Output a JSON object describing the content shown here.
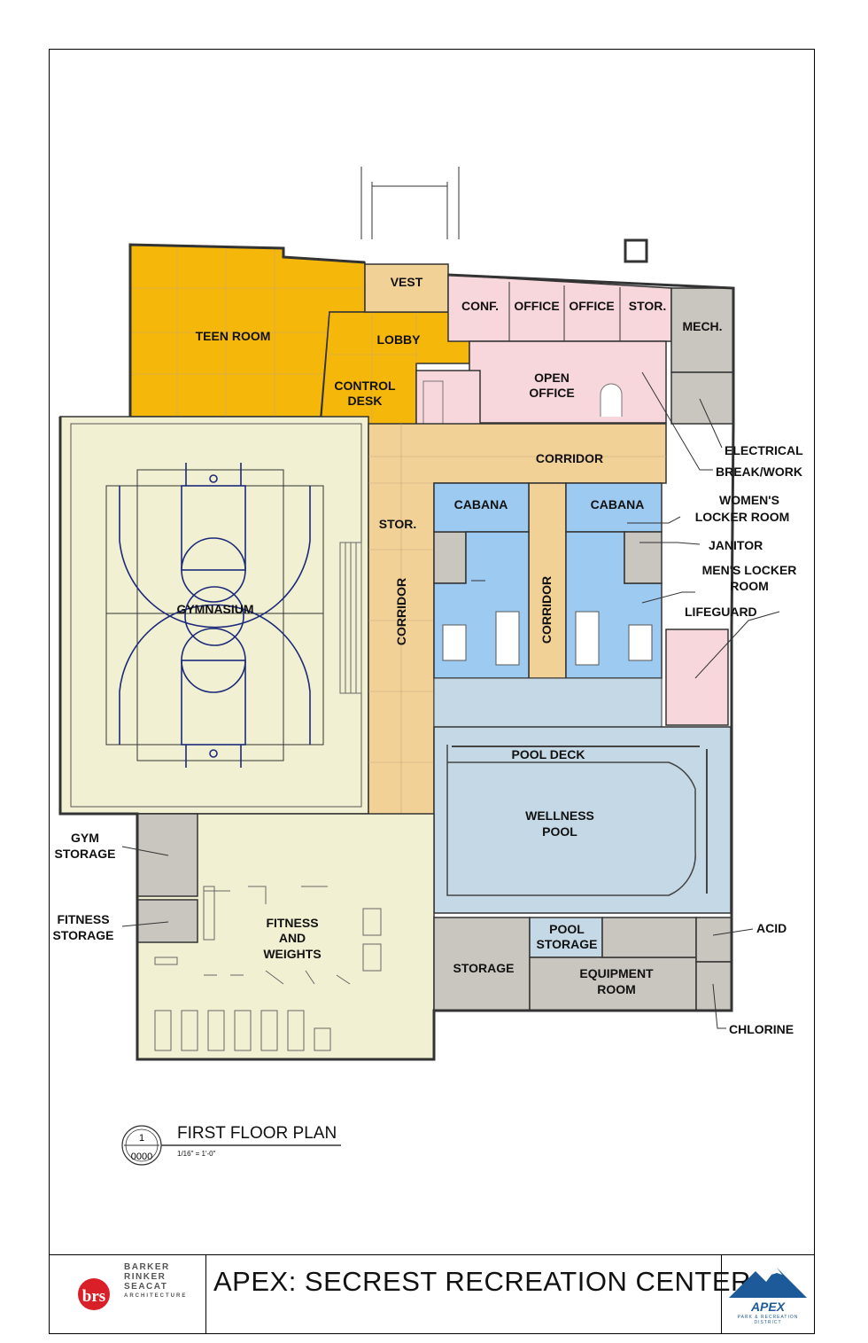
{
  "rooms": {
    "teen_room": "TEEN ROOM",
    "vest": "VEST",
    "lobby": "LOBBY",
    "control_desk_1": "CONTROL",
    "control_desk_2": "DESK",
    "conf": "CONF.",
    "office_1": "OFFICE",
    "office_2": "OFFICE",
    "stor_top": "STOR.",
    "mech": "MECH.",
    "open_office_1": "OPEN",
    "open_office_2": "OFFICE",
    "corridor_top": "CORRIDOR",
    "stor_mid": "STOR.",
    "cabana_1": "CABANA",
    "cabana_2": "CABANA",
    "corridor_left": "CORRIDOR",
    "corridor_mid": "CORRIDOR",
    "gymnasium": "GYMNASIUM",
    "pool_deck": "POOL DECK",
    "wellness_pool_1": "WELLNESS",
    "wellness_pool_2": "POOL",
    "fitness_1": "FITNESS",
    "fitness_2": "AND",
    "fitness_3": "WEIGHTS",
    "storage": "STORAGE",
    "pool_storage_1": "POOL",
    "pool_storage_2": "STORAGE",
    "equipment_1": "EQUIPMENT",
    "equipment_2": "ROOM"
  },
  "callouts": {
    "electrical": "ELECTRICAL",
    "break_work": "BREAK/WORK",
    "womens_locker_1": "WOMEN'S",
    "womens_locker_2": "LOCKER ROOM",
    "janitor": "JANITOR",
    "mens_locker_1": "MEN'S LOCKER",
    "mens_locker_2": "ROOM",
    "lifeguard": "LIFEGUARD",
    "gym_storage_1": "GYM",
    "gym_storage_2": "STORAGE",
    "fitness_storage_1": "FITNESS",
    "fitness_storage_2": "STORAGE",
    "acid": "ACID",
    "chlorine": "CHLORINE"
  },
  "plan": {
    "title": "FIRST FLOOR PLAN",
    "scale": "1/16\" = 1'-0\"",
    "tag_number": "1",
    "tag_sheet": "0000"
  },
  "titleblock": {
    "project_title": "APEX: SECREST RECREATION CENTER",
    "firm_line_1": "BARKER",
    "firm_line_2": "RINKER",
    "firm_line_3": "SEACAT",
    "firm_line_4": "ARCHITECTURE",
    "firm_monogram": "brs",
    "client_logo_word": "APEX",
    "client_logo_sub": "PARK & RECREATION DISTRICT"
  },
  "colors": {
    "teen_lobby": "#f5b80a",
    "vest_corridor": "#f2d197",
    "admin_pink": "#f7d6dc",
    "locker_blue": "#9ccaf0",
    "pool_blue": "#c5d8e5",
    "gym_cream": "#f2f0d2",
    "service_gray": "#c9c6c0"
  }
}
